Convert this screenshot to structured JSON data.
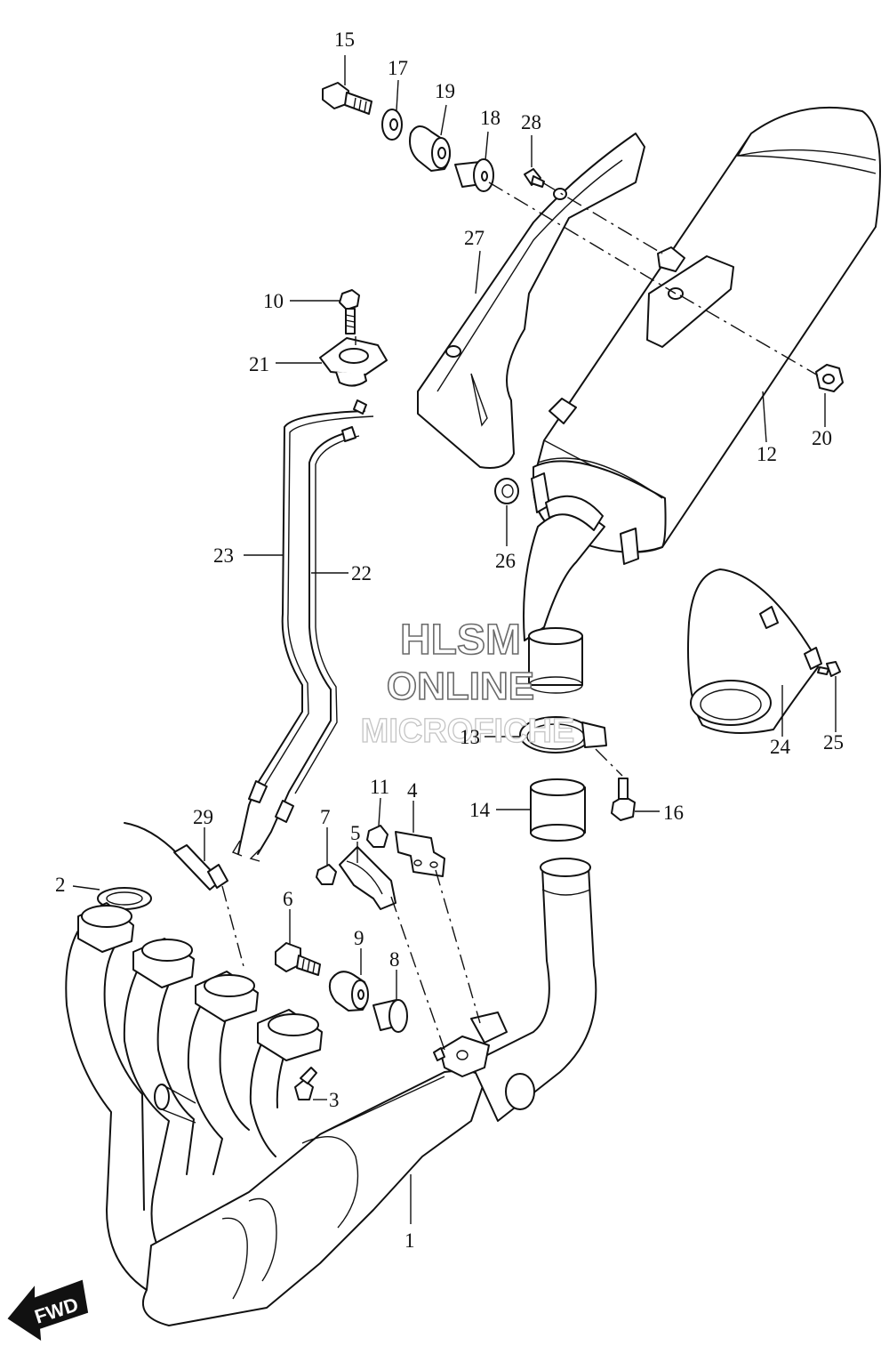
{
  "watermark": {
    "line1": "HLSM",
    "line2": "ONLINE",
    "line3": "MICROFICHE"
  },
  "direction_marker": {
    "label": "FWD"
  },
  "callouts": [
    {
      "id": "c15",
      "label": "15"
    },
    {
      "id": "c17",
      "label": "17"
    },
    {
      "id": "c19",
      "label": "19"
    },
    {
      "id": "c18",
      "label": "18"
    },
    {
      "id": "c28",
      "label": "28"
    },
    {
      "id": "c27",
      "label": "27"
    },
    {
      "id": "c10",
      "label": "10"
    },
    {
      "id": "c21",
      "label": "21"
    },
    {
      "id": "c20",
      "label": "20"
    },
    {
      "id": "c12",
      "label": "12"
    },
    {
      "id": "c26",
      "label": "26"
    },
    {
      "id": "c23",
      "label": "23"
    },
    {
      "id": "c22",
      "label": "22"
    },
    {
      "id": "c13",
      "label": "13"
    },
    {
      "id": "c24",
      "label": "24"
    },
    {
      "id": "c25",
      "label": "25"
    },
    {
      "id": "c11",
      "label": "11"
    },
    {
      "id": "c4",
      "label": "4"
    },
    {
      "id": "c14",
      "label": "14"
    },
    {
      "id": "c16",
      "label": "16"
    },
    {
      "id": "c29",
      "label": "29"
    },
    {
      "id": "c7",
      "label": "7"
    },
    {
      "id": "c5",
      "label": "5"
    },
    {
      "id": "c2",
      "label": "2"
    },
    {
      "id": "c6",
      "label": "6"
    },
    {
      "id": "c9",
      "label": "9"
    },
    {
      "id": "c8",
      "label": "8"
    },
    {
      "id": "c3",
      "label": "3"
    },
    {
      "id": "c1",
      "label": "1"
    }
  ]
}
